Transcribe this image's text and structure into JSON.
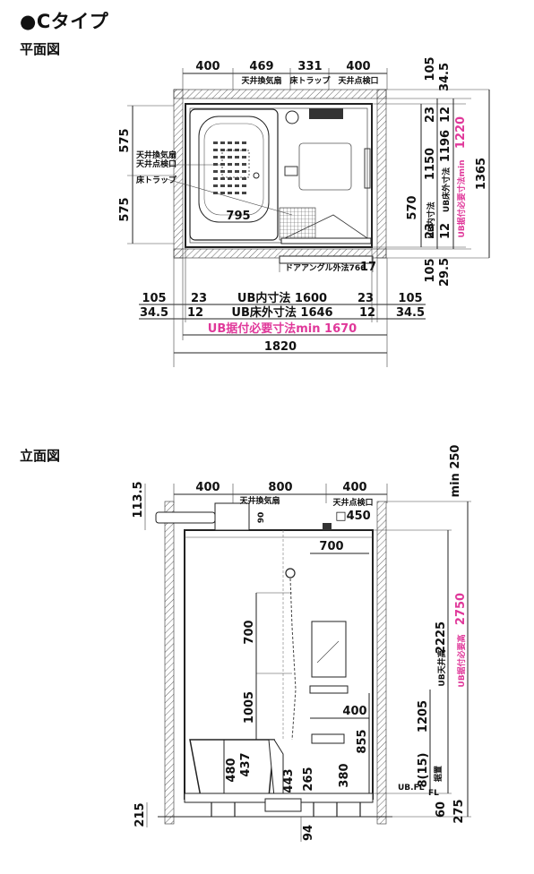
{
  "title": "●Cタイプ",
  "plan": {
    "label": "平面図",
    "top_dims": [
      "400",
      "469",
      "331",
      "400"
    ],
    "top_labels": [
      "天井換気扇",
      "床トラップ",
      "天井点検口"
    ],
    "left_dims": [
      "575",
      "575"
    ],
    "left_labels": [
      "天井換気扇",
      "天井点検口",
      "床トラップ"
    ],
    "tub_width": "795",
    "right_inner": [
      "23",
      "1150",
      "23"
    ],
    "right_inner_label": "UB内寸法",
    "right_outer": [
      "12",
      "1196",
      "12"
    ],
    "right_outer_label": "UB床外寸法",
    "right_req_label": "UB据付必要寸法min",
    "right_req_value": "1220",
    "right_small_top": [
      "105",
      "34.5"
    ],
    "right_small_bottom": [
      "105",
      "29.5"
    ],
    "right_570": "570",
    "right_total": "1365",
    "door_label": "ドアアングル外法766",
    "door_extra": "17",
    "row1": [
      "105",
      "23",
      "UB内寸法 1600",
      "23",
      "105"
    ],
    "row2": [
      "34.5",
      "12",
      "UB床外寸法 1646",
      "12",
      "34.5"
    ],
    "row3": "UB据付必要寸法min 1670",
    "total": "1820"
  },
  "elevation": {
    "label": "立面図",
    "top_dims": [
      "400",
      "800",
      "400"
    ],
    "top_labels": [
      "天井換気扇",
      "天井点検口"
    ],
    "hatch_size": "□450",
    "dim_90": "90",
    "dim_1135": "113.5",
    "min250": "min 250",
    "dim_700h": "700",
    "left_stack": [
      "700",
      "1005"
    ],
    "dim_400": "400",
    "dim_855": "855",
    "dim_480": "480",
    "dim_437": "437",
    "dim_443": "443",
    "dim_265": "265",
    "dim_380": "380",
    "dim_215": "215",
    "dim_94": "94",
    "right_1205": "1205",
    "right_2225": "2225",
    "right_2225_label": "UB天井高",
    "right_req_label": "UB据付必要高",
    "right_req_value": "2750",
    "dim_8_15": "8(15)",
    "fl_label": "FL",
    "fl_note": "据置",
    "ubfl_label": "UB.FL",
    "dim_60": "60",
    "dim_275": "275"
  },
  "colors": {
    "accent": "#e0389a",
    "line": "#222222"
  }
}
